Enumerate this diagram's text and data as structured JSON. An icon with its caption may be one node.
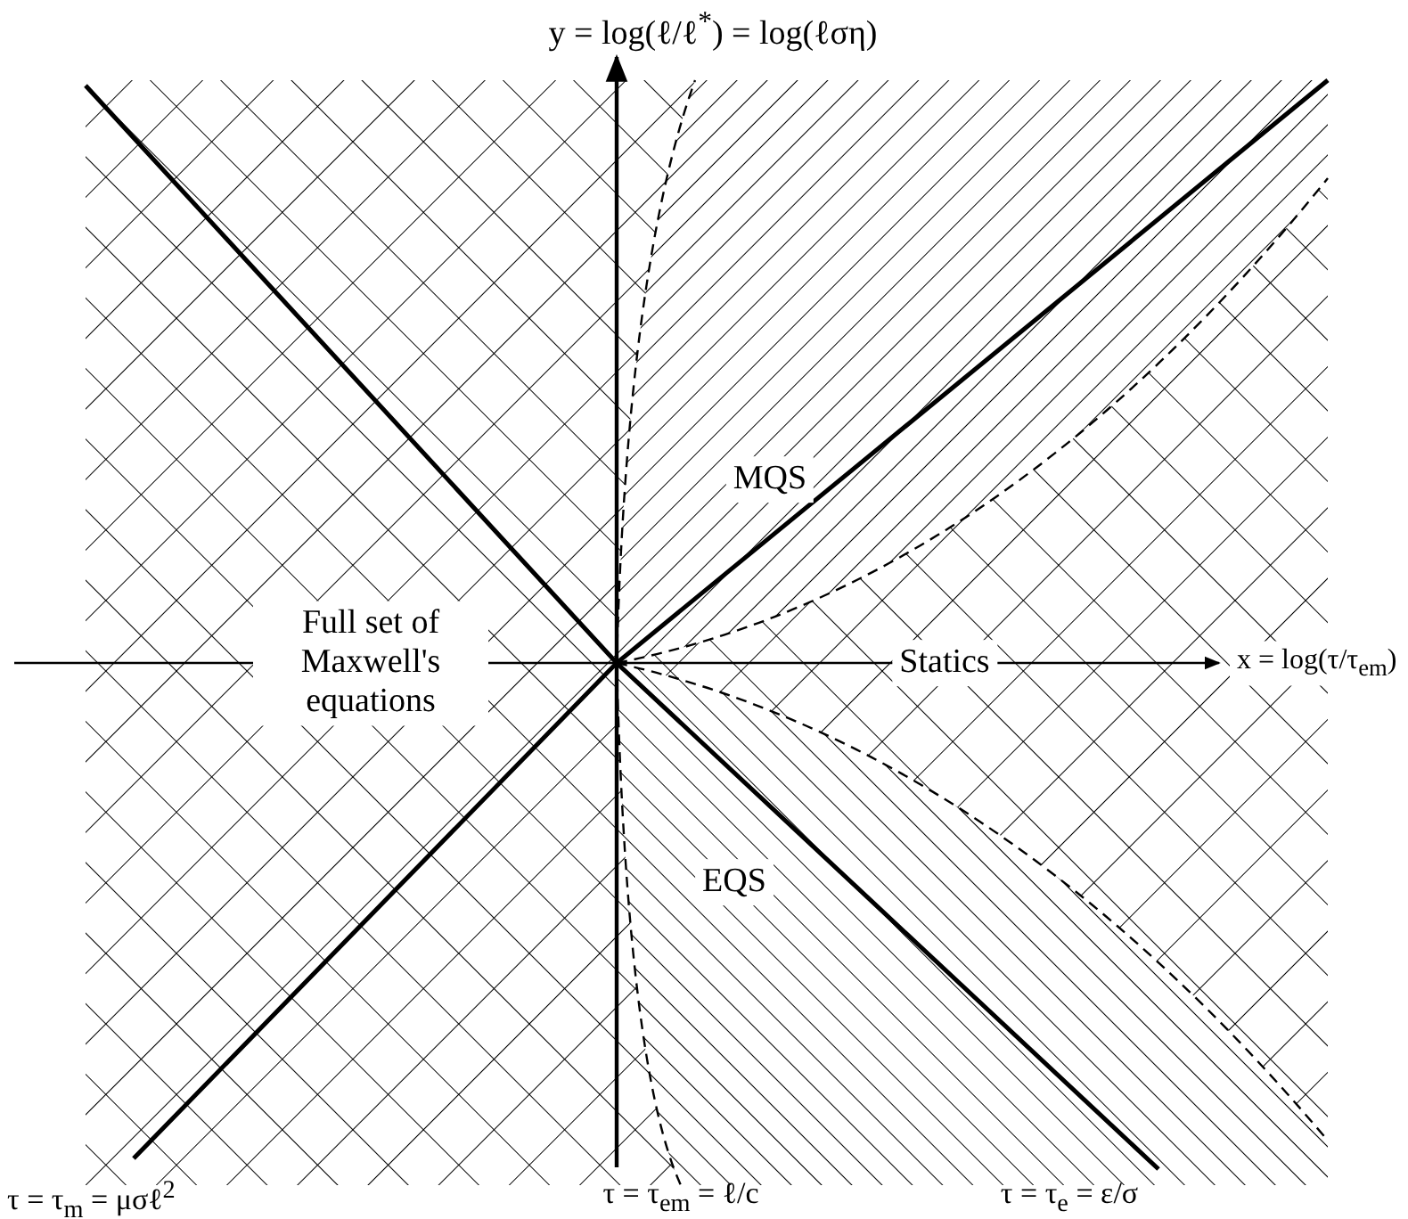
{
  "diagram": {
    "labels": [
      "y = log(ℓ/ℓ$^{*}$) = log(ℓση)",
      "MQS",
      "Full set of Maxwell's equations",
      "Statics",
      "x = log(τ/τ$_{em}$)",
      "EQS",
      "τ = τ$_{m}$ = μσℓ$^{2}$",
      "τ = τ$_{em}$ = ℓ/c",
      "τ = τ$_{e}$ = ε/σ"
    ]
  }
}
